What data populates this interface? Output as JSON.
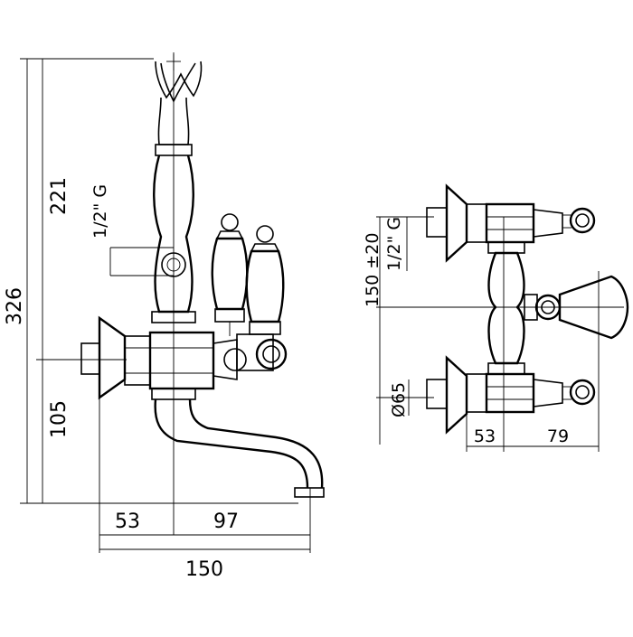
{
  "front_view": {
    "dim_total_height": "326",
    "dim_upper_height": "221",
    "dim_lower_height": "105",
    "dim_inlet_thread": "1/2\" G",
    "dim_left_offset": "53",
    "dim_spout_reach": "97",
    "dim_total_width": "150"
  },
  "side_view": {
    "dim_inlet_thread": "1/2\" G",
    "dim_center_distance": "150 ±20",
    "dim_escutcheon_dia": "Ø65",
    "dim_wall_offset": "53",
    "dim_handle_reach": "79"
  }
}
